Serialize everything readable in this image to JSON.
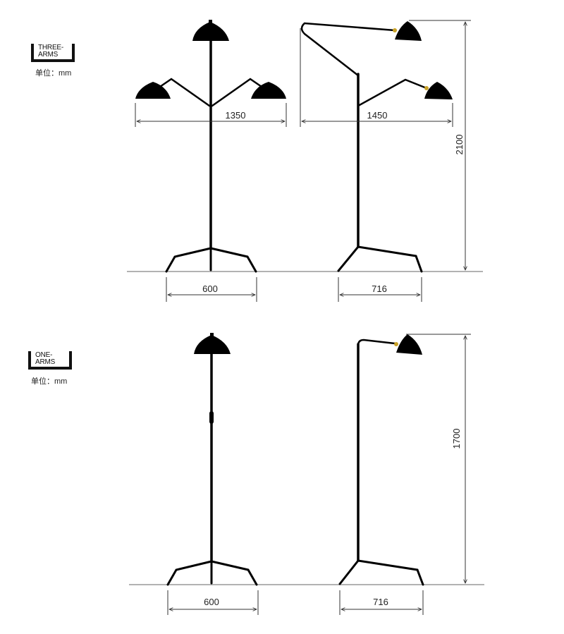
{
  "sections": [
    {
      "badge_line1": "THREE-",
      "badge_line2": "ARMS",
      "unit_label": "单位：mm",
      "front": {
        "span": "1350",
        "base": "600"
      },
      "side": {
        "span": "1450",
        "base": "716",
        "height": "2100"
      }
    },
    {
      "badge_line1": "ONE-",
      "badge_line2": "ARMS",
      "unit_label": "单位：mm",
      "front": {
        "base": "600"
      },
      "side": {
        "base": "716",
        "height": "1700"
      }
    }
  ],
  "colors": {
    "lamp": "#000000",
    "dimension": "#333333",
    "ground": "#999999",
    "brass": "#c9a227"
  }
}
